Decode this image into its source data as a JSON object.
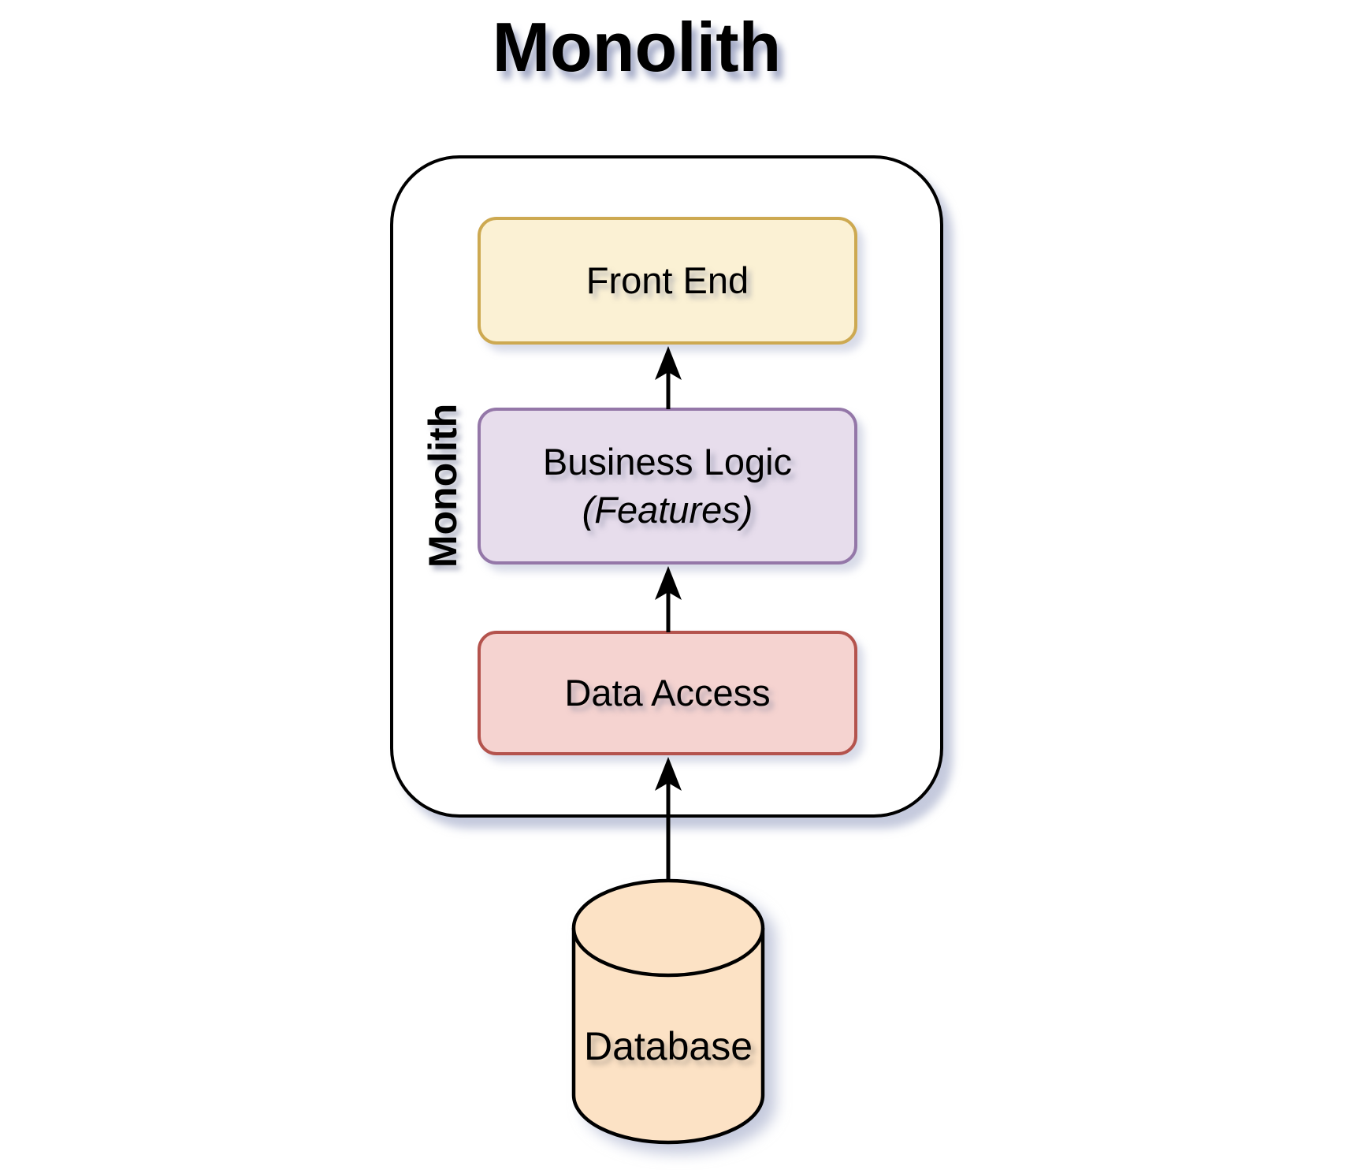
{
  "title": "Monolith",
  "container": {
    "label": "Monolith"
  },
  "layers": {
    "front_end": {
      "label": "Front End",
      "fill": "#FBF1D4",
      "border": "#CDA951"
    },
    "business_logic": {
      "label": "Business Logic",
      "sublabel": "(Features)",
      "fill": "#E7DDEC",
      "border": "#9477A8"
    },
    "data_access": {
      "label": "Data Access",
      "fill": "#F5D3D0",
      "border": "#B4534D"
    }
  },
  "database": {
    "label": "Database",
    "fill": "#FCE2C5"
  },
  "colors": {
    "arrow": "#000000",
    "container_border": "#000000",
    "background": "#FFFFFF"
  }
}
